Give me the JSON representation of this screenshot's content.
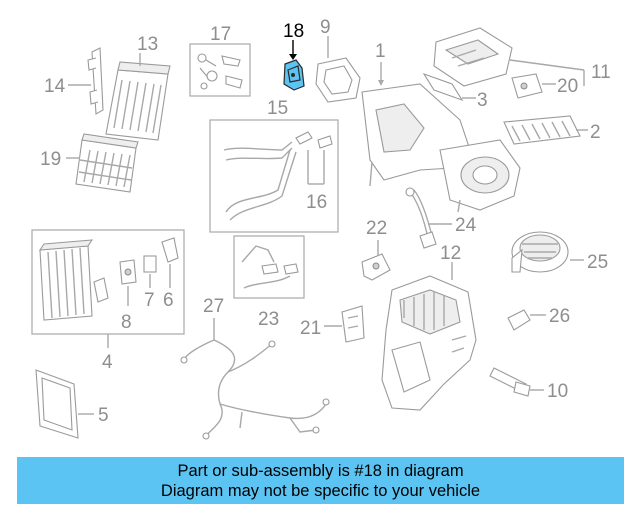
{
  "callouts": {
    "c1": "1",
    "c2": "2",
    "c3": "3",
    "c4": "4",
    "c5": "5",
    "c6": "6",
    "c7": "7",
    "c8": "8",
    "c9": "9",
    "c10": "10",
    "c11": "11",
    "c12": "12",
    "c13": "13",
    "c14": "14",
    "c15": "15",
    "c16": "16",
    "c17": "17",
    "c18": "18",
    "c19": "19",
    "c20": "20",
    "c21": "21",
    "c22": "22",
    "c23": "23",
    "c24": "24",
    "c25": "25",
    "c26": "26",
    "c27": "27"
  },
  "highlighted_part": "18",
  "colors": {
    "highlight": "#5bc4f2",
    "banner": "#5bc4f2",
    "line": "#a8a8a8",
    "label": "#8e8e8e"
  },
  "banner": {
    "line1": "Part or sub-assembly is #18 in diagram",
    "line2": "Diagram may not be specific to your vehicle"
  }
}
